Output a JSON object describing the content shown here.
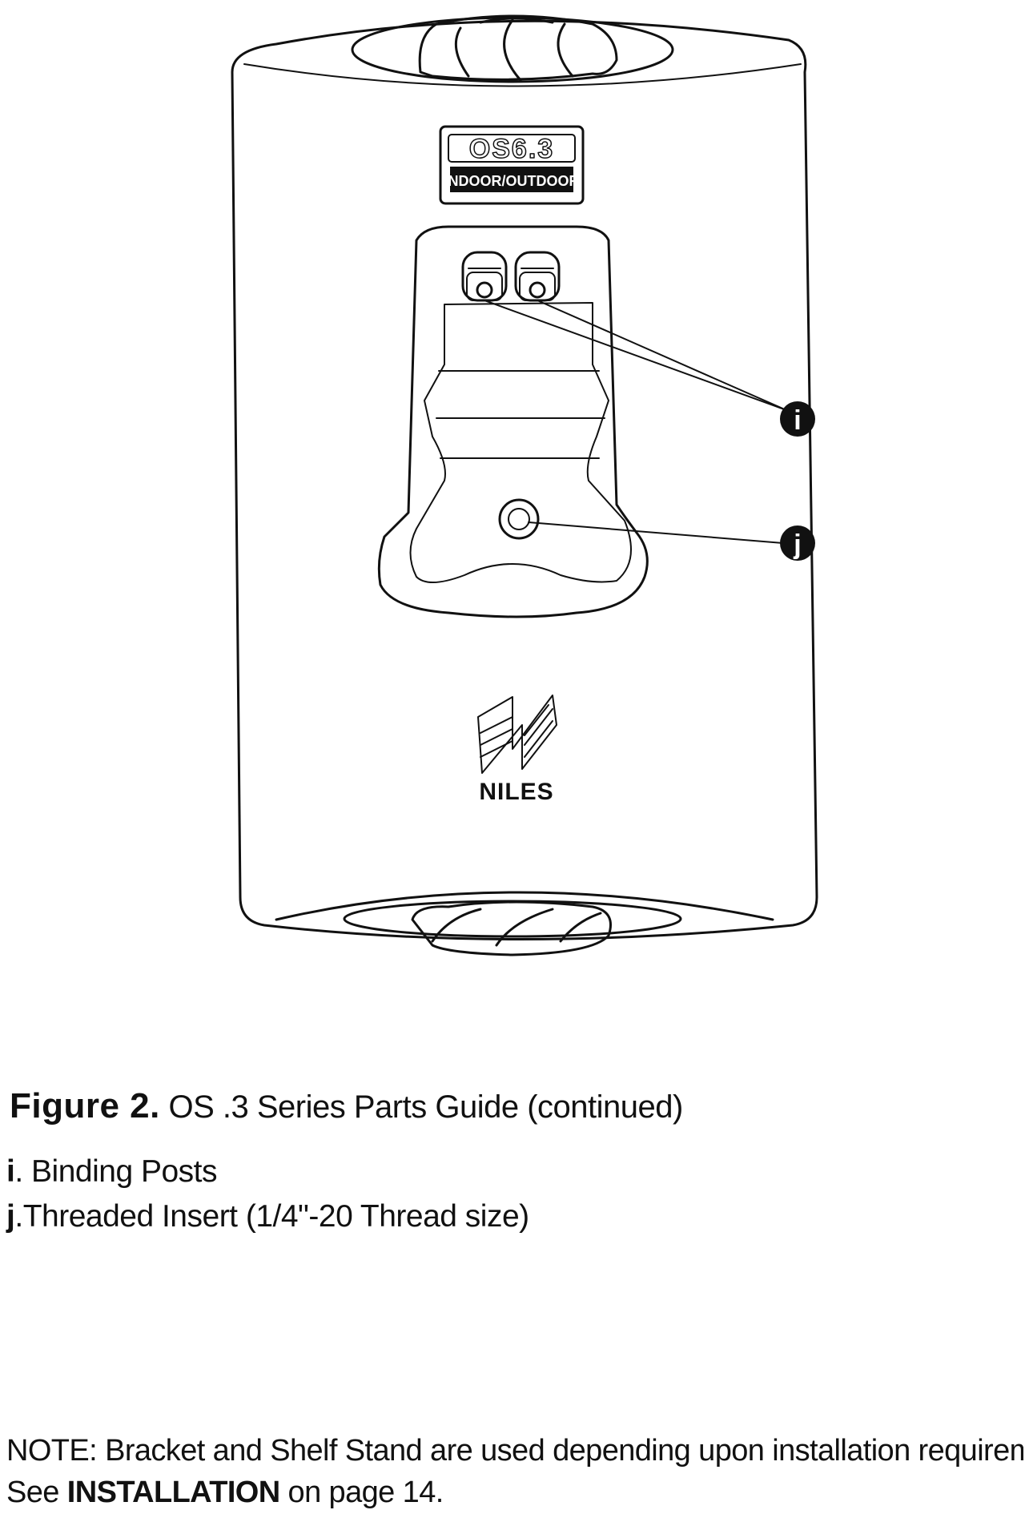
{
  "figure": {
    "label_model": "OS6.3",
    "label_subtitle": "INDOOR/OUTDOOR",
    "brand_logo": "NILES",
    "callout_i": "i",
    "callout_j": "j"
  },
  "caption": {
    "label": "Figure 2.",
    "text": "OS .3 Series Parts Guide (continued)"
  },
  "parts": [
    {
      "letter": "i",
      "sep": ".",
      "text": "Binding Posts"
    },
    {
      "letter": "j",
      "sep": ".",
      "text": "Threaded Insert (1/4\"-20 Thread size)"
    }
  ],
  "note": {
    "line1": "NOTE: Bracket and Shelf Stand are used depending upon installation requirements.",
    "line2_prefix": "See ",
    "line2_bold": "INSTALLATION",
    "line2_suffix": " on page 14."
  }
}
